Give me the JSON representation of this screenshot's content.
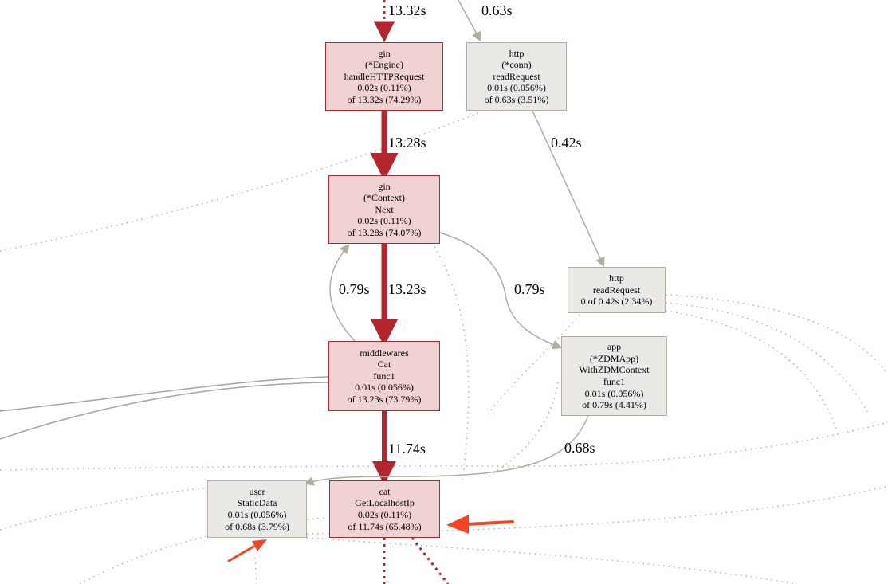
{
  "graph": {
    "nodes": [
      {
        "id": "gin-engine",
        "lines": [
          "gin",
          "(*Engine)",
          "handleHTTPRequest",
          "0.02s (0.11%)",
          "of 13.32s (74.29%)"
        ],
        "hot": true
      },
      {
        "id": "http-conn",
        "lines": [
          "http",
          "(*conn)",
          "readRequest",
          "0.01s (0.056%)",
          "of 0.63s (3.51%)"
        ],
        "hot": false
      },
      {
        "id": "gin-context",
        "lines": [
          "gin",
          "(*Context)",
          "Next",
          "0.02s (0.11%)",
          "of 13.28s (74.07%)"
        ],
        "hot": true
      },
      {
        "id": "http-readrequest",
        "lines": [
          "http",
          "readRequest",
          "0 of 0.42s (2.34%)"
        ],
        "hot": false
      },
      {
        "id": "middlewares-cat",
        "lines": [
          "middlewares",
          "Cat",
          "func1",
          "0.01s (0.056%)",
          "of 13.23s (73.79%)"
        ],
        "hot": true
      },
      {
        "id": "app-zdm",
        "lines": [
          "app",
          "(*ZDMApp)",
          "WithZDMContext",
          "func1",
          "0.01s (0.056%)",
          "of 0.79s (4.41%)"
        ],
        "hot": false
      },
      {
        "id": "user-staticdata",
        "lines": [
          "user",
          "StaticData",
          "0.01s (0.056%)",
          "of 0.68s (3.79%)"
        ],
        "hot": false
      },
      {
        "id": "cat-getlocalhostip",
        "lines": [
          "cat",
          "GetLocalhostIp",
          "0.02s (0.11%)",
          "of 11.74s (65.48%)"
        ],
        "hot": true
      }
    ],
    "edges": [
      {
        "id": "in-engine",
        "label": "13.32s"
      },
      {
        "id": "in-conn",
        "label": "0.63s"
      },
      {
        "id": "engine-context",
        "label": "13.28s"
      },
      {
        "id": "conn-readrequest",
        "label": "0.42s"
      },
      {
        "id": "context-cat",
        "label": "13.23s"
      },
      {
        "id": "cat-context",
        "label": "0.79s"
      },
      {
        "id": "context-app",
        "label": "0.79s"
      },
      {
        "id": "cat-getlocalhostip",
        "label": "11.74s"
      },
      {
        "id": "app-staticdata",
        "label": "0.68s"
      }
    ]
  }
}
